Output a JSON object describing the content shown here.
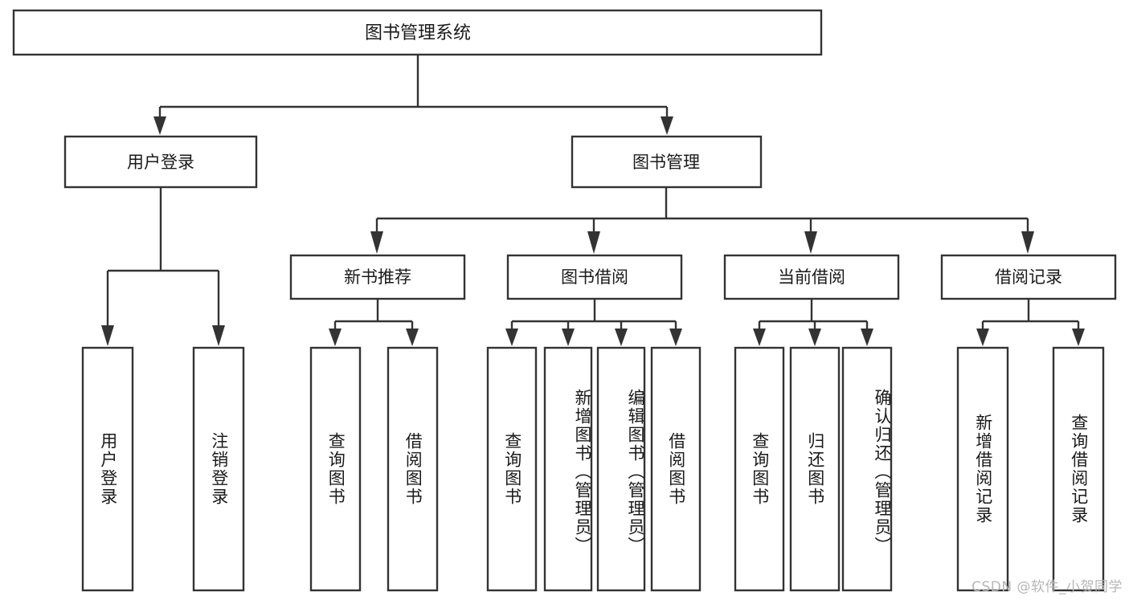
{
  "diagram": {
    "type": "tree-hierarchy",
    "title": "图书管理系统",
    "orientation": "top-down",
    "theme": {
      "background": "#ffffff",
      "box_fill": "#ffffff",
      "box_stroke": "#333333",
      "text_color": "#1a1a1a",
      "watermark_color": "#b6b6b6"
    },
    "levels": {
      "root": "图书管理系统",
      "level2": [
        "用户登录",
        "图书管理"
      ],
      "level3": [
        "新书推荐",
        "图书借阅",
        "当前借阅",
        "借阅记录"
      ]
    }
  },
  "root": {
    "label": "图书管理系统"
  },
  "branches": [
    {
      "id": "user-login",
      "label": "用户登录",
      "children": [
        {
          "id": "user-login-do",
          "label": "用户登录"
        },
        {
          "id": "user-logout",
          "label": "注销登录"
        }
      ]
    },
    {
      "id": "book-management",
      "label": "图书管理",
      "groups": [
        {
          "id": "new-book-recommend",
          "label": "新书推荐",
          "children": [
            {
              "id": "query-book-1",
              "label": "查询图书"
            },
            {
              "id": "borrow-book-1",
              "label": "借阅图书"
            }
          ]
        },
        {
          "id": "book-borrow",
          "label": "图书借阅",
          "children": [
            {
              "id": "query-book-2",
              "label": "查询图书"
            },
            {
              "id": "add-book-admin",
              "label": "新增图书（管理员）"
            },
            {
              "id": "edit-book-admin",
              "label": "编辑图书（管理员）"
            },
            {
              "id": "borrow-book-2",
              "label": "借阅图书"
            }
          ]
        },
        {
          "id": "current-borrow",
          "label": "当前借阅",
          "children": [
            {
              "id": "query-book-3",
              "label": "查询图书"
            },
            {
              "id": "return-book",
              "label": "归还图书"
            },
            {
              "id": "confirm-return-admin",
              "label": "确认归还（管理员）"
            }
          ]
        },
        {
          "id": "borrow-record",
          "label": "借阅记录",
          "children": [
            {
              "id": "add-borrow-record",
              "label": "新增借阅记录"
            },
            {
              "id": "query-borrow-record",
              "label": "查询借阅记录"
            }
          ]
        }
      ]
    }
  ],
  "watermark": {
    "text": "CSDN @软件_小贺同学"
  }
}
